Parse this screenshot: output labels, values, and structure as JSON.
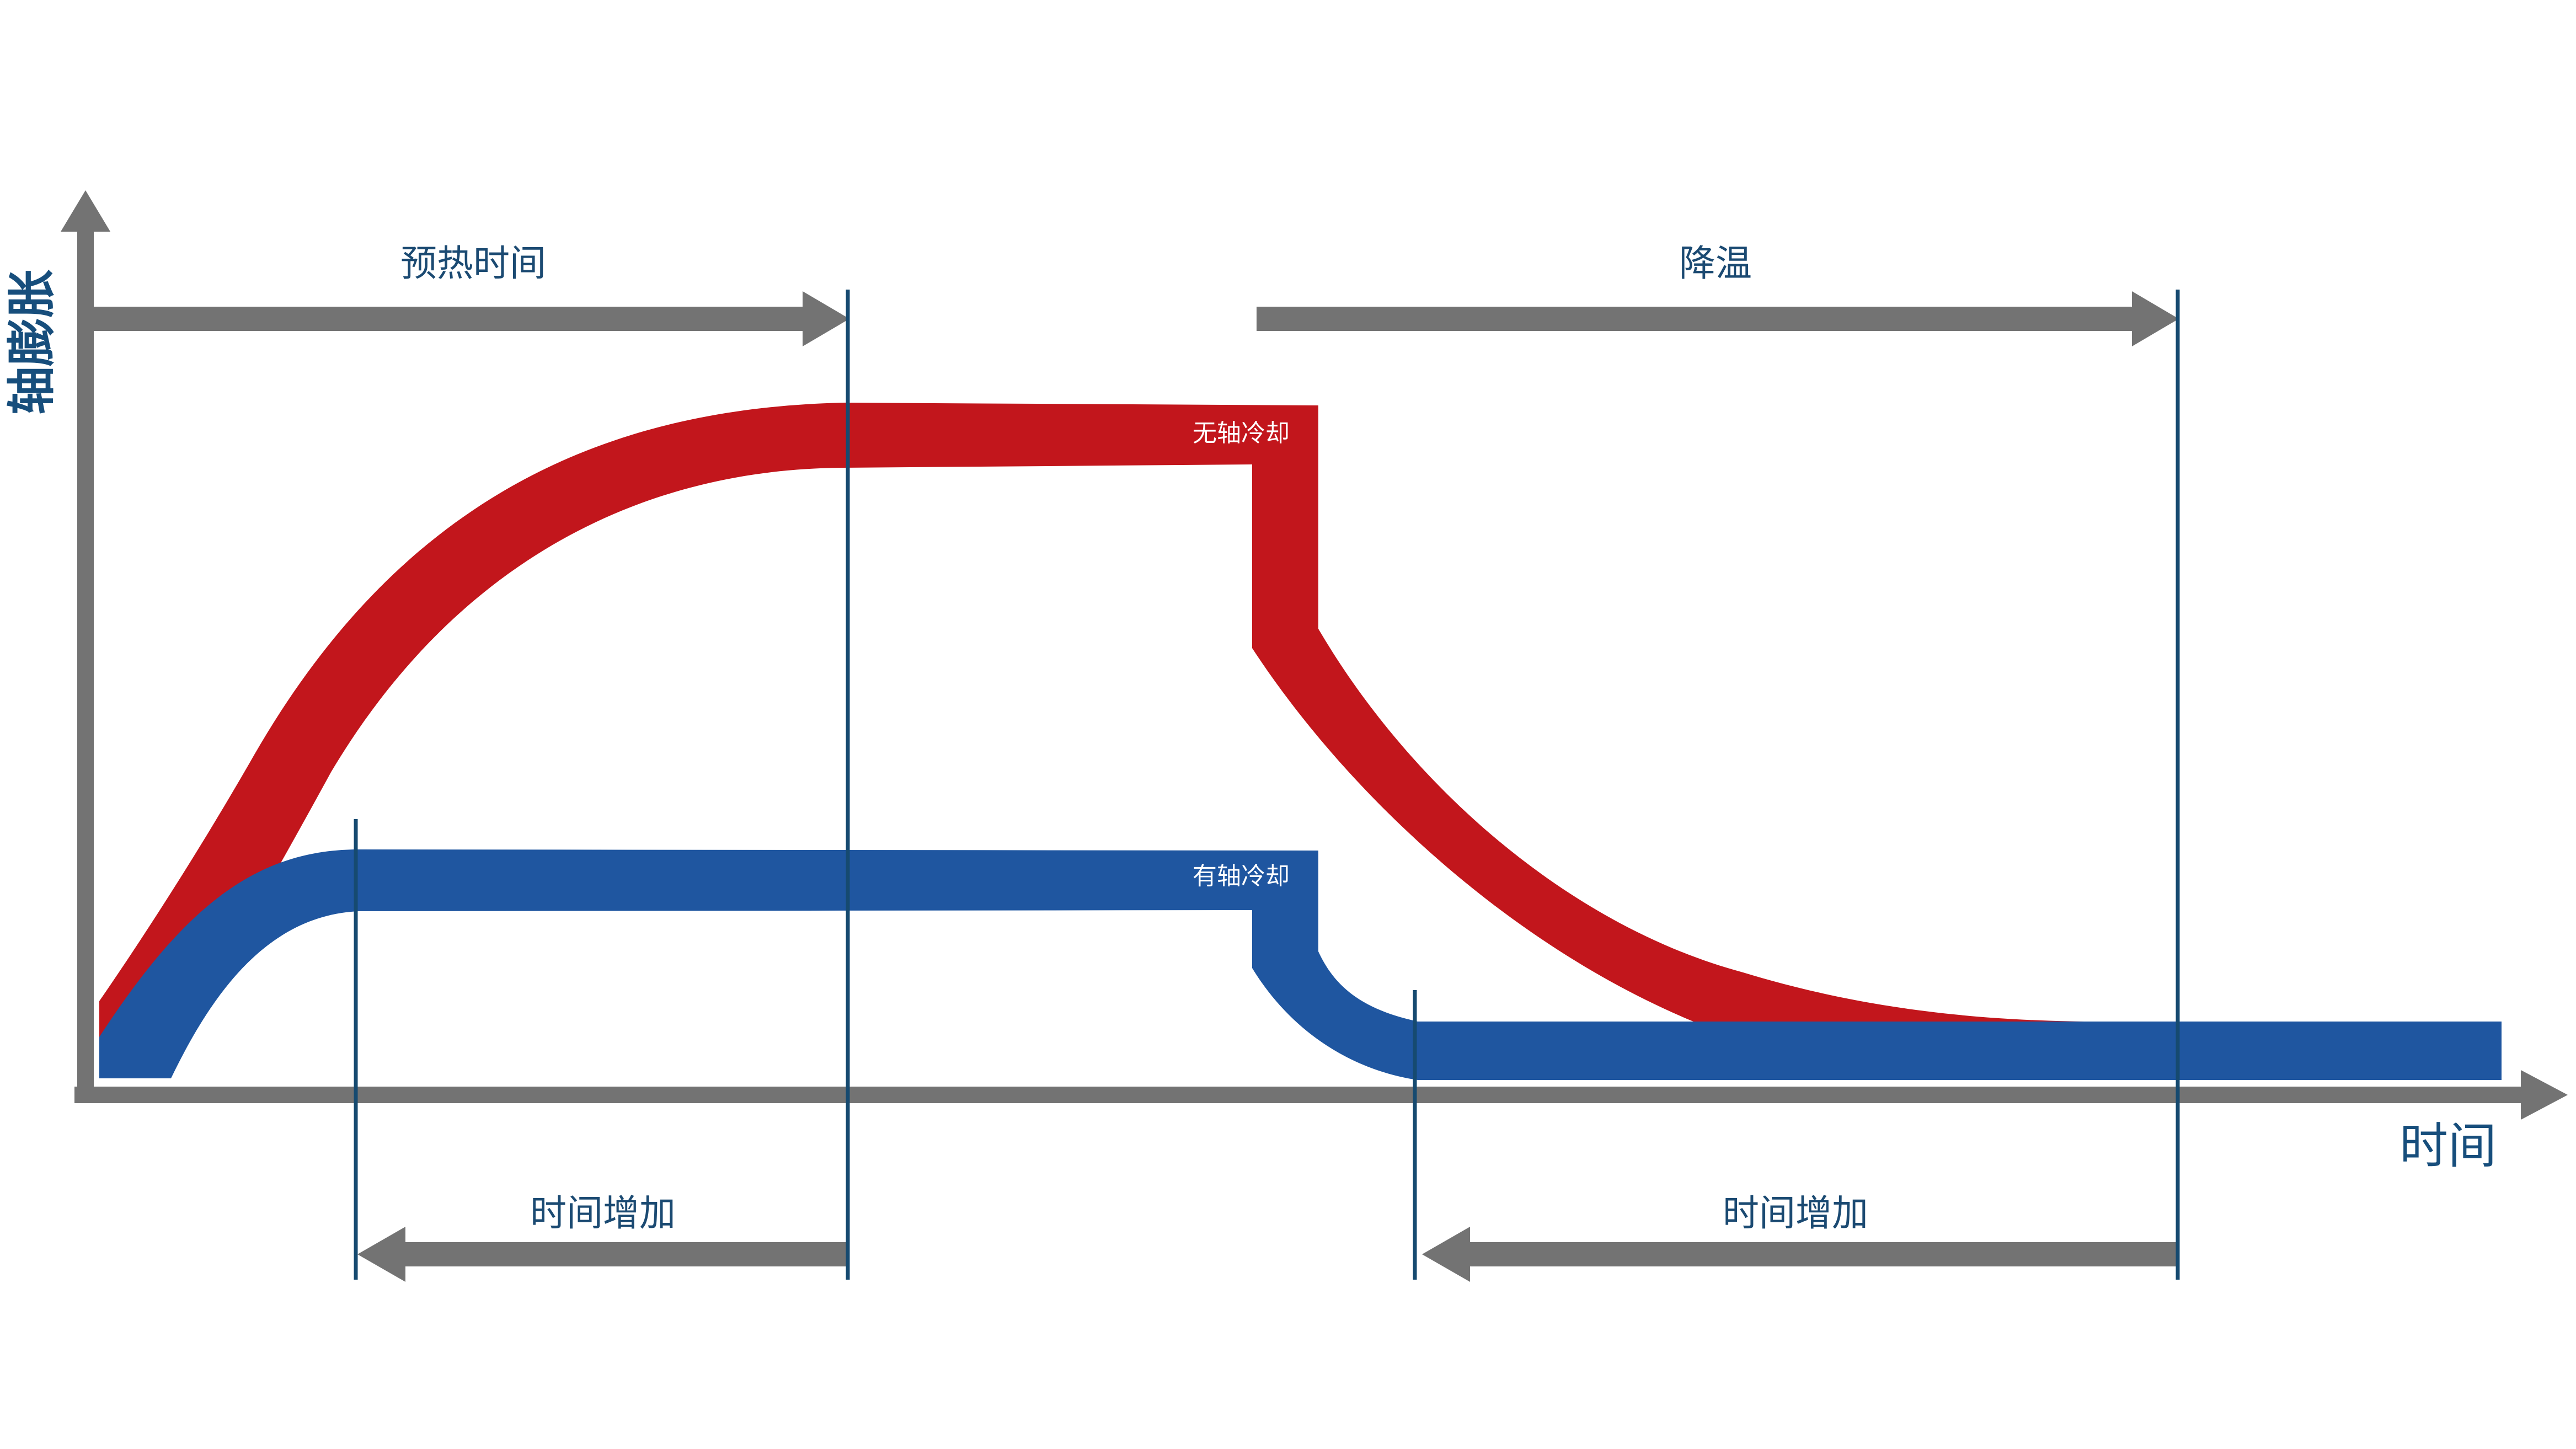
{
  "labels": {
    "y_axis": "轴膨胀",
    "x_axis": "时间",
    "preheat": "预热时间",
    "cooldown": "降温",
    "time_increase_left": "时间增加",
    "time_increase_right": "时间增加",
    "curve_no_cooling": "无轴冷却",
    "curve_with_cooling": "有轴冷却"
  },
  "colors": {
    "axis_gray": "#737373",
    "arrow_gray": "#737373",
    "label_navy": "#1b4a72",
    "axis_title_navy": "#174e7c",
    "marker_line": "#164a70",
    "no_cooling_red": "#c2161c",
    "with_cooling_blue": "#1f56a0",
    "curve_label_white": "#ffffff"
  },
  "icons": {
    "axis_arrowheads": "triangle-arrow-icon",
    "span_arrows": "horizontal-arrow-icon"
  }
}
